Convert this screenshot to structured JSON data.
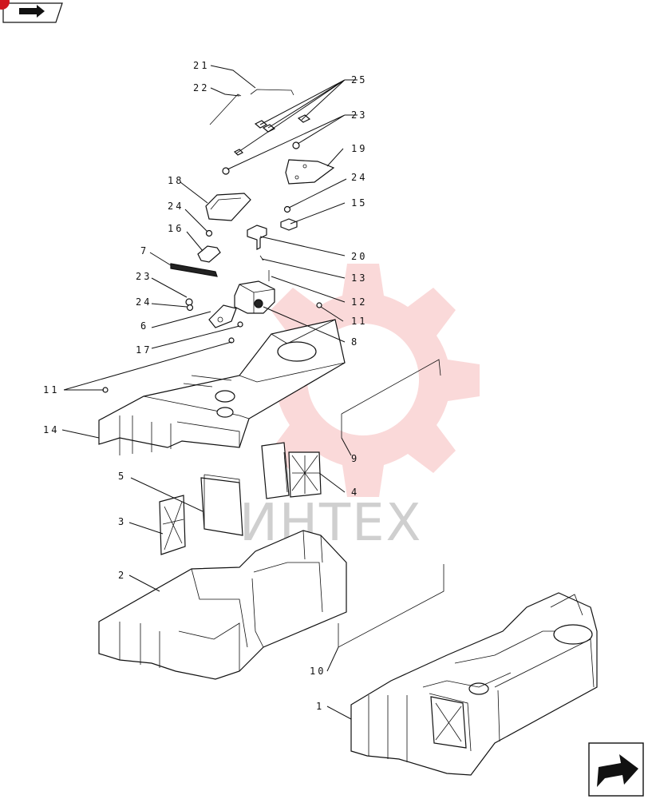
{
  "watermark": {
    "text": "ИНТЕХ",
    "gear_color": "#f4aaaa"
  },
  "callouts": [
    {
      "id": "c21",
      "text": "21"
    },
    {
      "id": "c22",
      "text": "22"
    },
    {
      "id": "c25",
      "text": "25"
    },
    {
      "id": "c23a",
      "text": "23"
    },
    {
      "id": "c19",
      "text": "19"
    },
    {
      "id": "c18",
      "text": "18"
    },
    {
      "id": "c24a",
      "text": "24"
    },
    {
      "id": "c24b",
      "text": "24"
    },
    {
      "id": "c15",
      "text": "15"
    },
    {
      "id": "c16",
      "text": "16"
    },
    {
      "id": "c20",
      "text": "20"
    },
    {
      "id": "c7",
      "text": "7"
    },
    {
      "id": "c13",
      "text": "13"
    },
    {
      "id": "c23b",
      "text": "23"
    },
    {
      "id": "c12",
      "text": "12"
    },
    {
      "id": "c24c",
      "text": "24"
    },
    {
      "id": "c11a",
      "text": "11"
    },
    {
      "id": "c6",
      "text": "6"
    },
    {
      "id": "c8",
      "text": "8"
    },
    {
      "id": "c17",
      "text": "17"
    },
    {
      "id": "c11b",
      "text": "11"
    },
    {
      "id": "c14",
      "text": "14"
    },
    {
      "id": "c9",
      "text": "9"
    },
    {
      "id": "c5",
      "text": "5"
    },
    {
      "id": "c4",
      "text": "4"
    },
    {
      "id": "c3",
      "text": "3"
    },
    {
      "id": "c2",
      "text": "2"
    },
    {
      "id": "c10",
      "text": "10"
    },
    {
      "id": "c1",
      "text": "1"
    }
  ],
  "icons": {
    "top_left": "book-arrow-icon",
    "bottom_right": "next-page-arrow-icon",
    "accent": "#d0161e"
  }
}
